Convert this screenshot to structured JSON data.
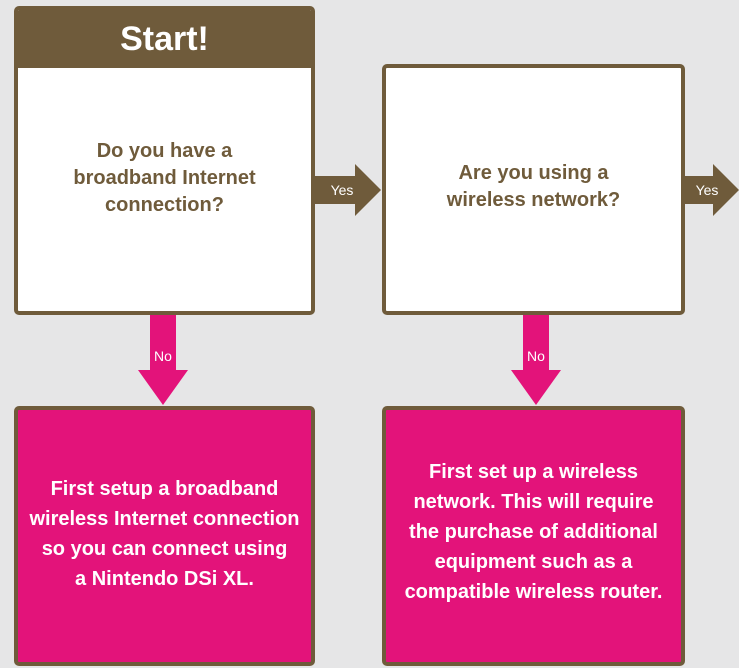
{
  "colors": {
    "background": "#e6e6e7",
    "brown": "#6f5b3b",
    "pink": "#e3137a",
    "white": "#ffffff"
  },
  "nodes": {
    "start": {
      "header": "Start!",
      "question": "Do you have a\nbroadband Internet\nconnection?"
    },
    "wireless": {
      "question": "Are you using a\nwireless network?"
    },
    "setup_broadband": {
      "text": "First setup a broadband\nwireless Internet connection\nso you can connect using\na Nintendo DSi XL."
    },
    "setup_wireless": {
      "text": "First set up a wireless\nnetwork. This will require\nthe purchase of additional\nequipment such as a\ncompatible wireless router."
    }
  },
  "edges": {
    "start_yes": "Yes",
    "start_no": "No",
    "wireless_yes": "Yes",
    "wireless_no": "No"
  }
}
